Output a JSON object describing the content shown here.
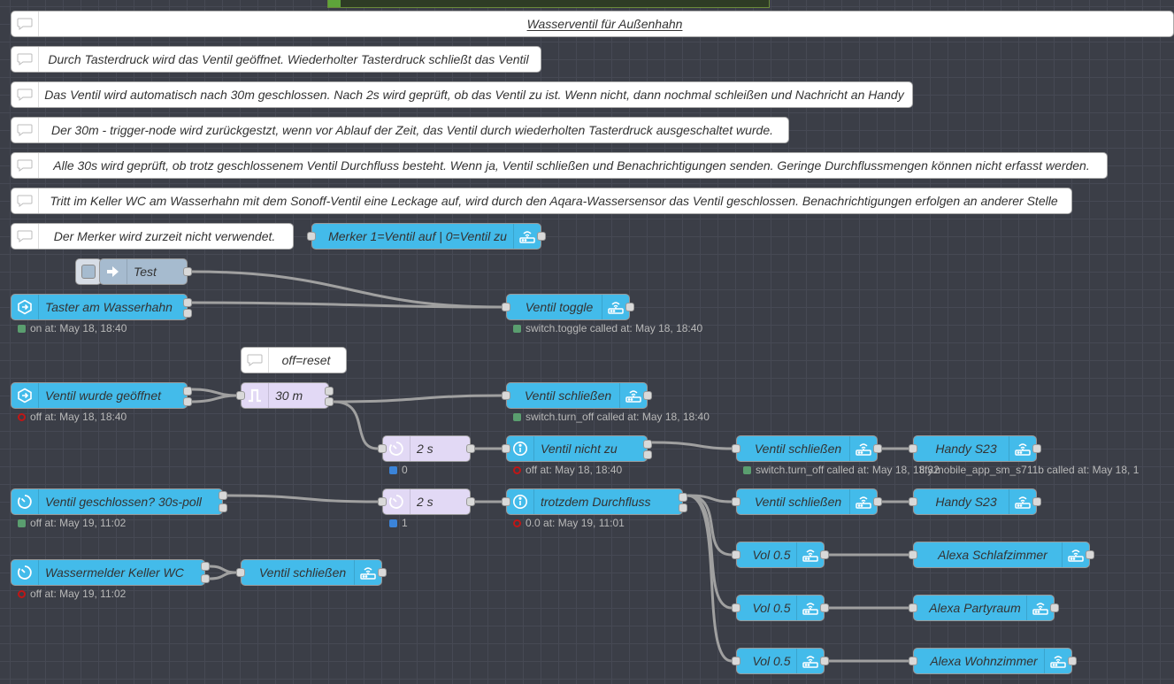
{
  "comments": {
    "title": "Wasserventil für Außenhahn",
    "c1": "Durch Tasterdruck wird das Ventil geöffnet. Wiederholter Tasterdruck schließt das Ventil",
    "c2": "Das Ventil wird automatisch nach 30m geschlossen. Nach 2s wird geprüft, ob das Ventil zu ist. Wenn nicht, dann nochmal schleißen und Nachricht an Handy",
    "c3": "Der 30m - trigger-node wird zurückgestzt, wenn vor Ablauf der Zeit, das Ventil durch wiederholten Tasterdruck ausgeschaltet wurde.",
    "c4": "Alle 30s wird geprüft, ob trotz geschlossenem Ventil Durchfluss besteht. Wenn ja, Ventil schließen und Benachrichtigungen senden. Geringe Durchflussmengen können nicht erfasst werden.",
    "c5": "Tritt im Keller WC am Wasserhahn mit dem Sonoff-Ventil eine Leckage auf, wird durch den Aqara-Wassersensor das Ventil geschlossen. Benachrichtigungen erfolgen an anderer Stelle",
    "c6": "Der Merker wird zurzeit nicht verwendet.",
    "off_reset": "off=reset"
  },
  "nodes": {
    "merker": "Merker 1=Ventil auf | 0=Ventil zu",
    "test": "Test",
    "taster": "Taster am Wasserhahn",
    "toggle": "Ventil toggle",
    "geoeffnet": "Ventil wurde geöffnet",
    "trigger": "30 m",
    "schliessen1": "Ventil schließen",
    "delay1": "2 s",
    "nichtzu": "Ventil nicht zu",
    "schliessen2": "Ventil schließen",
    "handy1": "Handy S23",
    "poll": "Ventil geschlossen? 30s-poll",
    "delay2": "2 s",
    "durchfluss": "trotzdem Durchfluss",
    "schliessen3": "Ventil schließen",
    "handy2": "Handy S23",
    "vol1": "Vol 0.5",
    "vol2": "Vol 0.5",
    "vol3": "Vol 0.5",
    "alexa1": "Alexa Schlafzimmer",
    "alexa2": "Alexa Partyraum",
    "alexa3": "Alexa Wohnzimmer",
    "wassermelder": "Wassermelder Keller WC",
    "schliessen4": "Ventil schließen"
  },
  "status": {
    "taster": "on at: May 18, 18:40",
    "toggle": "switch.toggle called at: May 18, 18:40",
    "geoeffnet": "off at: May 18, 18:40",
    "schliessen1": "switch.turn_off called at: May 18, 18:40",
    "delay1": "0",
    "nichtzu": "off at: May 18, 18:40",
    "schliessen2": "switch.turn_off called at: May 18, 13:32",
    "handy1": "tify.mobile_app_sm_s711b called at: May 18, 1",
    "poll": "off at: May 19, 11:02",
    "delay2": "1",
    "durchfluss": "0.0 at: May 19, 11:01",
    "wassermelder": "off at: May 19, 11:02"
  },
  "colors": {
    "canvas": "#3b3e47",
    "grid": "#464954",
    "homeassistant_node": "#43bbea",
    "inject_node": "#a6bbcf",
    "function_node": "#e2d9f5",
    "comment_node": "#ffffff",
    "wire": "#999999",
    "status_green": "#5a9e6f",
    "status_blue": "#3b84d9",
    "status_red": "#c01616"
  }
}
